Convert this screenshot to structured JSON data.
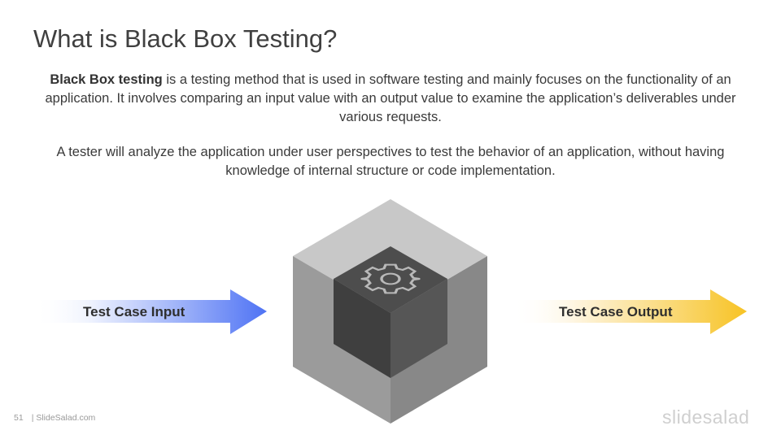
{
  "slide": {
    "title": "What is Black Box Testing?",
    "para1_bold": "Black Box testing",
    "para1_rest": " is a testing method that is used in software testing and mainly focuses on the functionality of an application. It involves comparing an input value with an output value to examine the application’s deliverables under various requests.",
    "para2": "A tester will analyze the application under user perspectives to test the behavior of an application, without having knowledge of internal structure or code implementation."
  },
  "diagram": {
    "input_label": "Test Case Input",
    "output_label": "Test Case Output",
    "center_icon": "gear-icon",
    "colors": {
      "input_arrow": "#4f73f4",
      "output_arrow": "#f7c325",
      "cube_top": "#c8c8c8",
      "cube_left": "#9b9b9b",
      "cube_right": "#888888",
      "inner_top": "#4d4d4d",
      "inner_left": "#3f3f3f",
      "inner_right": "#565656"
    }
  },
  "footer": {
    "page_number": "51",
    "source": "| SlideSalad.com",
    "logo": "slidesalad"
  }
}
